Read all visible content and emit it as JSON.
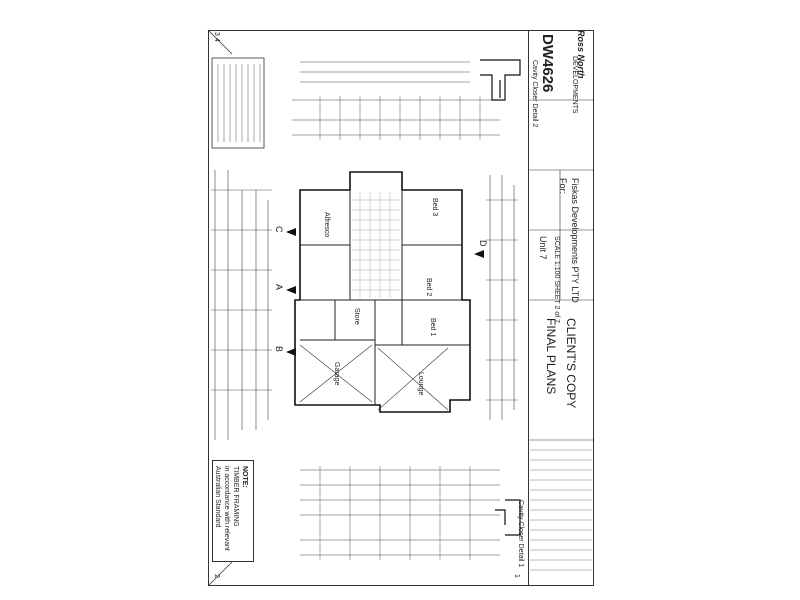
{
  "sheet": {
    "drawing_number": "DW4626",
    "final_plans": "FINAL PLANS",
    "clients_copy": "CLIENT'S COPY",
    "drawing_title": "Unit 7",
    "scale": "SCALE  1:100  SHEET 2 of 7",
    "client_prefix": "For:",
    "client": "Fiskas Developments PTY LTD",
    "builder_brand": "Ross North",
    "builder_sub": "DEVELOPMENTS",
    "cavity_closer_top": "Cavity Closer Detail 2",
    "cavity_closer_bottom": "Cavity Closer Detail 1",
    "sheet_top_left": "3 4",
    "sheet_bottom_left": "2",
    "sheet_bottom_right": "1"
  },
  "notes": {
    "termite_title": "NOTE:",
    "termite_line1": "TIMBER FRAMING",
    "termite_line2": "in accordance with relevant",
    "termite_line3": "Australian Standard"
  },
  "rooms": [
    {
      "label": "Garage"
    },
    {
      "label": "Store"
    },
    {
      "label": "Alfresco"
    },
    {
      "label": "Bed 3"
    },
    {
      "label": "Bed 2"
    },
    {
      "label": "Bed 1"
    },
    {
      "label": "Lounge"
    }
  ],
  "sections": [
    {
      "label": "A"
    },
    {
      "label": "B"
    },
    {
      "label": "C"
    },
    {
      "label": "D"
    }
  ]
}
